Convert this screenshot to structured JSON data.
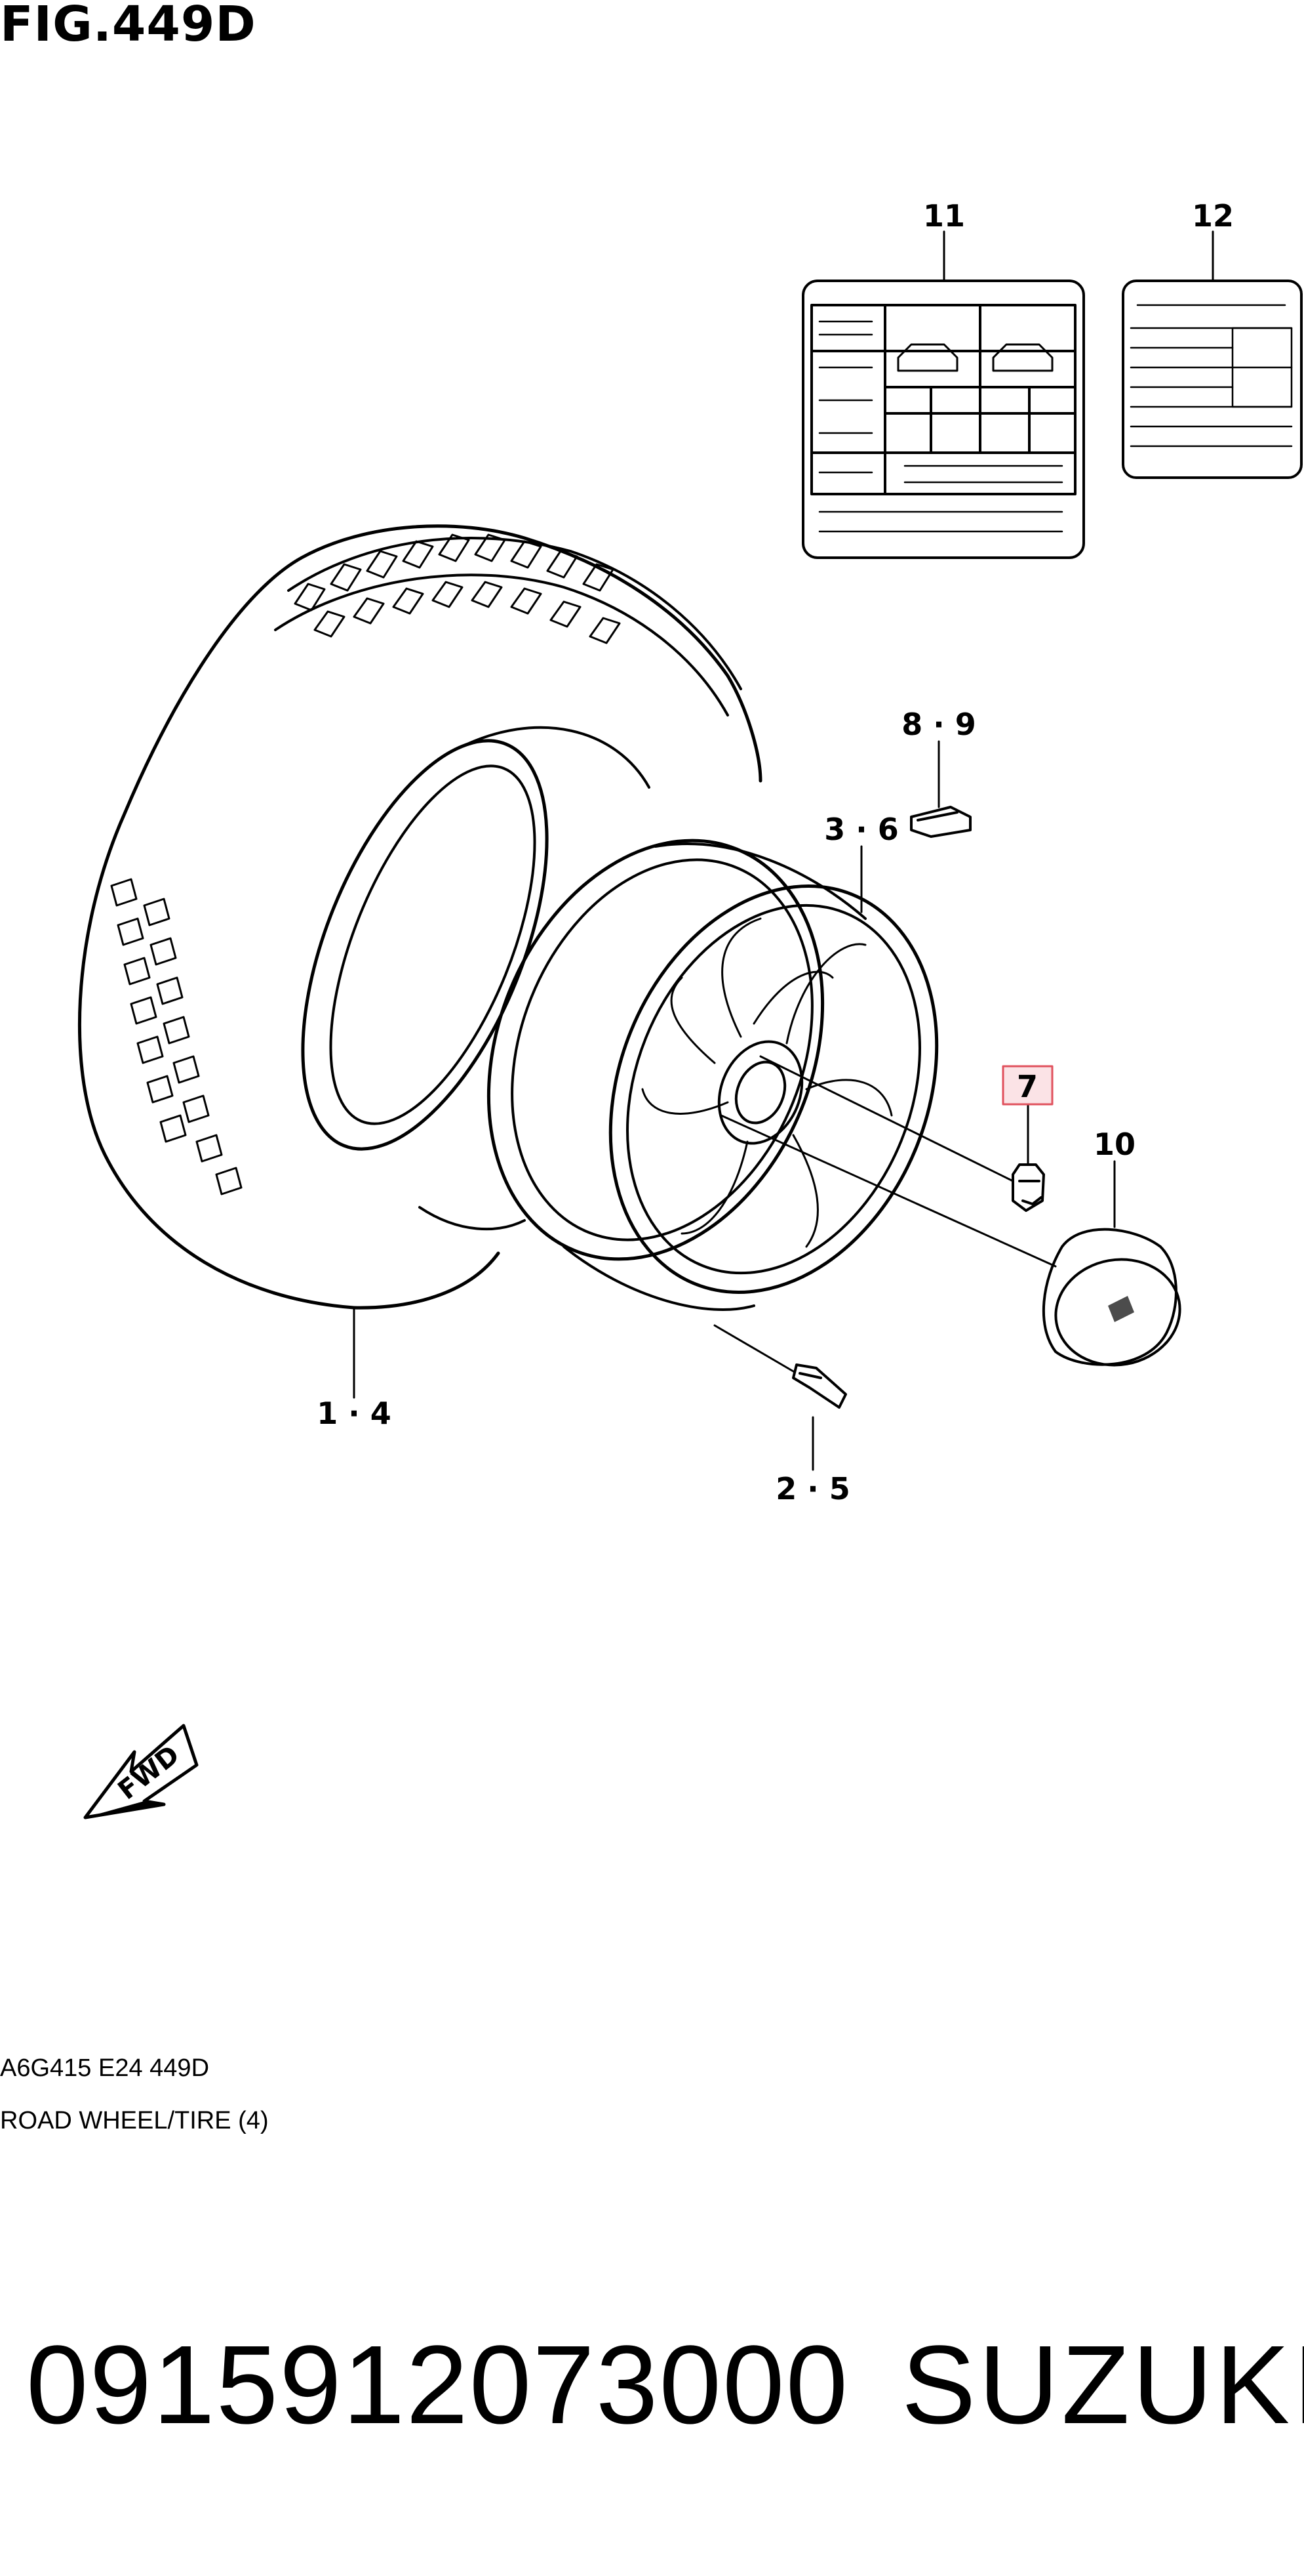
{
  "figure": {
    "title": "FIG.449D",
    "code": "A6G415 E24 449D",
    "name": "ROAD WHEEL/TIRE (4)"
  },
  "callouts": {
    "tire": "1 · 4",
    "valve": "2 · 5",
    "wheel": "3 · 6",
    "nut": "7",
    "sensor": "8 · 9",
    "cap": "10",
    "label_tire": "11",
    "label_info": "12"
  },
  "fwd_label": "FWD",
  "footer": {
    "part_number": "0915912073000",
    "brand": "SUZUKI"
  },
  "colors": {
    "line": "#000000",
    "highlight_fill": "#fbe3e6",
    "highlight_border": "#e0505c"
  }
}
